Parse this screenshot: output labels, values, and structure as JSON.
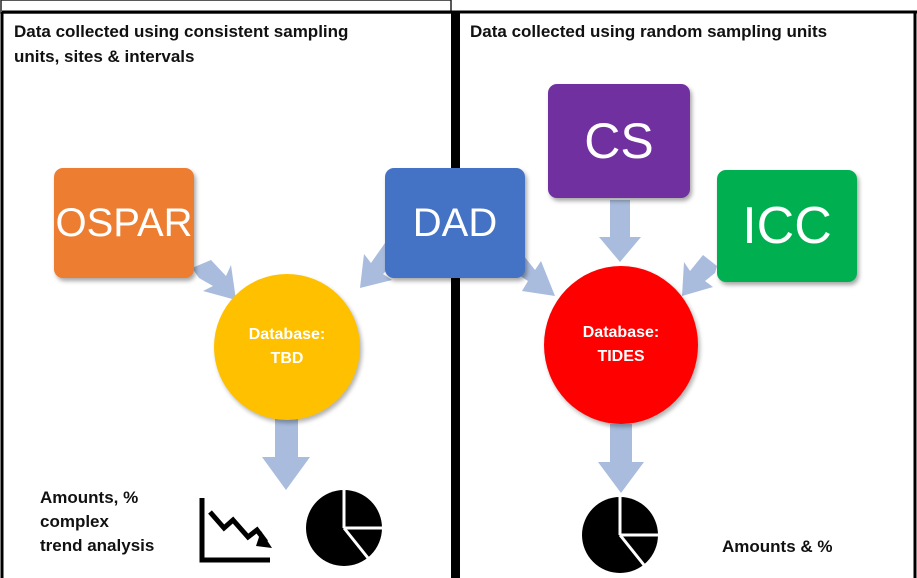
{
  "panels": {
    "left": {
      "heading_line1": "Data collected using consistent sampling",
      "heading_line2": "units, sites & intervals",
      "output_line1": "Amounts, %",
      "output_line2": "complex",
      "output_line3": "trend analysis"
    },
    "right": {
      "heading": "Data collected using random sampling units",
      "output": "Amounts & %"
    }
  },
  "sources": {
    "ospar": {
      "label": "OSPAR",
      "color": "#ED7D31"
    },
    "dad": {
      "label": "DAD",
      "color": "#4472C4"
    },
    "cs": {
      "label": "CS",
      "color": "#7030A0"
    },
    "icc": {
      "label": "ICC",
      "color": "#00B050"
    }
  },
  "databases": {
    "tbd": {
      "line1": "Database:",
      "line2": "TBD",
      "color": "#FFC000"
    },
    "tides": {
      "line1": "Database:",
      "line2": "TIDES",
      "color": "#FF0000"
    }
  },
  "colors": {
    "arrow": "#A9BCDD",
    "divider": "#000000"
  },
  "icons": {
    "trend": "declining-trend-chart-icon",
    "pie": "pie-chart-icon"
  }
}
